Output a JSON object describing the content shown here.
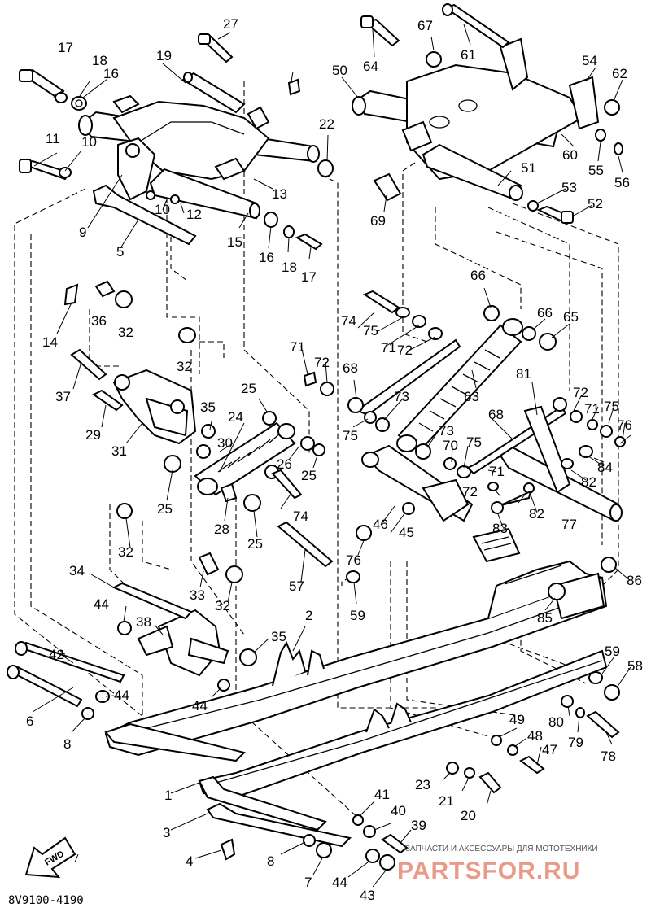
{
  "diagram": {
    "drawing_code": "8V9100-4190",
    "direction_label": "FWD",
    "callout_numbers": [
      "1",
      "2",
      "3",
      "4",
      "5",
      "6",
      "7",
      "8",
      "9",
      "10",
      "11",
      "12",
      "13",
      "14",
      "15",
      "16",
      "17",
      "18",
      "19",
      "20",
      "21",
      "22",
      "23",
      "24",
      "25",
      "26",
      "27",
      "28",
      "29",
      "30",
      "31",
      "32",
      "33",
      "34",
      "35",
      "36",
      "37",
      "38",
      "39",
      "40",
      "41",
      "42",
      "43",
      "44",
      "45",
      "46",
      "47",
      "48",
      "49",
      "50",
      "51",
      "52",
      "53",
      "54",
      "55",
      "56",
      "57",
      "58",
      "59",
      "60",
      "61",
      "62",
      "63",
      "64",
      "65",
      "66",
      "67",
      "68",
      "69",
      "70",
      "71",
      "72",
      "73",
      "74",
      "75",
      "76",
      "77",
      "78",
      "79",
      "80",
      "81",
      "82",
      "83",
      "84",
      "85",
      "86"
    ]
  },
  "watermark": {
    "tagline": "ЗАПЧАСТИ И АКСЕССУАРЫ ДЛЯ МОТОТЕХНИКИ",
    "brand": "PARTSFOR.RU",
    "color": "#d84a2a"
  }
}
